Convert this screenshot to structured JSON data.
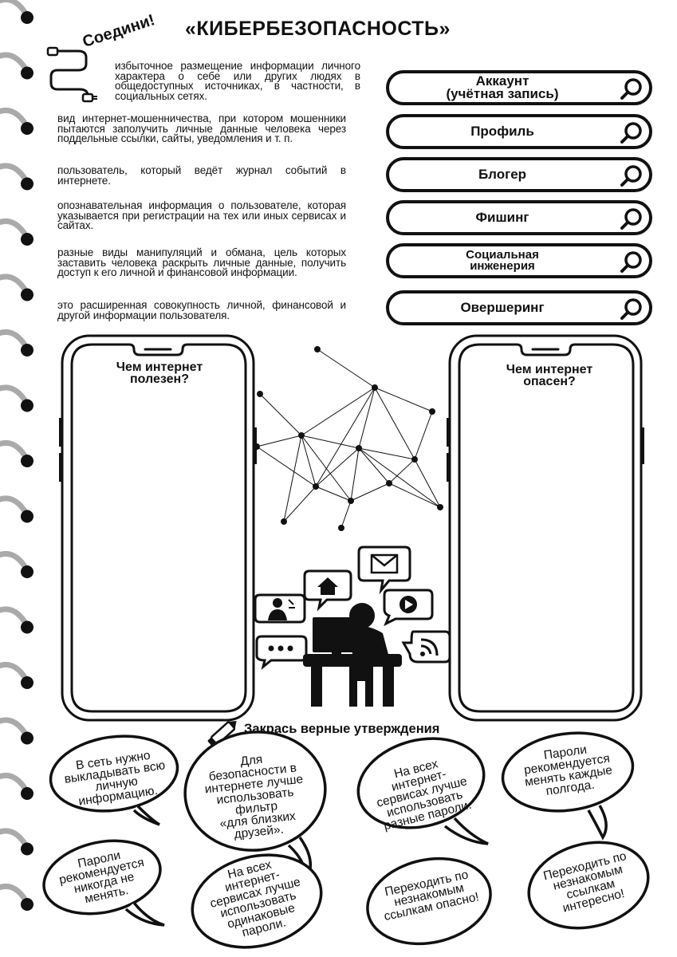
{
  "title": "«КИБЕРБЕЗОПАСНОСТЬ»",
  "connect_label": "Соедини!",
  "definitions": [
    "избыточное размещение информации личного характера о себе или других людях в общедоступных источниках, в частности, в социальных сетях.",
    "вид интернет-мошенничества, при котором мошенники пытаются заполучить личные данные человека через поддельные ссылки, сайты, уведомления и т. п.",
    "пользователь, который ведёт журнал событий в интернете.",
    "опознавательная информация о пользователе, которая указывается при регистрации на тех или иных сервисах и сайтах.",
    "разные виды манипуляций и обмана, цель которых заставить человека раскрыть личные данные, получить доступ к его личной и финансовой информации.",
    "это расширенная совокупность личной, финансовой и другой информации пользователя."
  ],
  "terms": [
    {
      "line1": "Аккаунт",
      "line2": "(учётная запись)"
    },
    {
      "line1": "Профиль",
      "line2": ""
    },
    {
      "line1": "Блогер",
      "line2": ""
    },
    {
      "line1": "Фишинг",
      "line2": ""
    },
    {
      "line1": "Социальная",
      "line2": "инженерия"
    },
    {
      "line1": "Овершеринг",
      "line2": ""
    }
  ],
  "phones": {
    "left": {
      "line1": "Чем интернет",
      "line2": "полезен?"
    },
    "right": {
      "line1": "Чем интернет",
      "line2": "опасен?"
    }
  },
  "section_title": "Закрась верные утверждения",
  "statements": [
    {
      "lines": [
        "В сеть нужно",
        "выкладывать всю",
        "личную",
        "информацию."
      ]
    },
    {
      "lines": [
        "Для",
        "безопасности в",
        "интернете лучше",
        "использовать",
        "фильтр",
        "«для близких",
        "друзей»."
      ]
    },
    {
      "lines": [
        "На всех",
        "интернет-",
        "сервисах лучше",
        "использовать",
        "разные пароли."
      ]
    },
    {
      "lines": [
        "Пароли",
        "рекомендуется",
        "менять каждые",
        "полгода."
      ]
    },
    {
      "lines": [
        "Пароли",
        "рекомендуется",
        "никогда не",
        "менять."
      ]
    },
    {
      "lines": [
        "На всех",
        "интернет-",
        "сервисах лучше",
        "использовать",
        "одинаковые",
        "пароли."
      ]
    },
    {
      "lines": [
        "Переходить по",
        "незнакомым",
        "ссылкам опасно!"
      ]
    },
    {
      "lines": [
        "Переходить по",
        "незнакомым",
        "ссылкам",
        "интересно!"
      ]
    }
  ],
  "icons": [
    "spiral-binding-icon",
    "cable-icon",
    "search-icon",
    "network-icon",
    "user-at-computer-icon",
    "home-icon",
    "mail-icon",
    "play-icon",
    "rss-icon",
    "chat-icon",
    "phone-call-icon",
    "pencil-icon"
  ]
}
